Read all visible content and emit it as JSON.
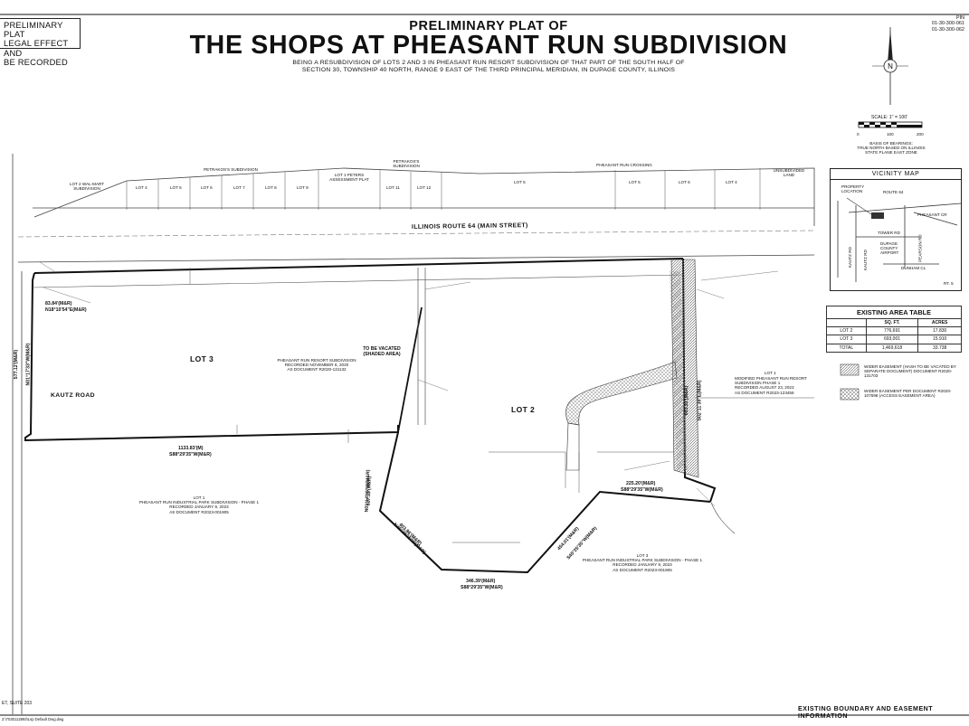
{
  "stamp": {
    "line1": "PRELIMINARY PLAT",
    "line2": "LEGAL EFFECT AND",
    "line3": "BE RECORDED"
  },
  "title": {
    "top": "PRELIMINARY PLAT OF",
    "main": "THE SHOPS AT PHEASANT RUN SUBDIVISION",
    "sub1": "BEING A RESUBDIVISION OF LOTS 2 AND 3 IN PHEASANT RUN RESORT SUBDIVISION OF THAT PART OF THE SOUTH HALF OF",
    "sub2": "SECTION 30, TOWNSHIP 40 NORTH, RANGE 9 EAST OF THE THIRD PRINCIPAL MERIDIAN, IN DUPAGE COUNTY, ILLINOIS"
  },
  "pins": {
    "label": "PIN",
    "pin1": "01-30-300-061",
    "pin2": "01-30-300-062"
  },
  "north_arrow": {
    "letter": "N"
  },
  "scale": {
    "label": "SCALE: 1\" = 100'",
    "t0": "0",
    "t1": "100",
    "t2": "200"
  },
  "basis": {
    "line1": "BASIS OF BEARINGS:",
    "line2": "TRUE NORTH BASED ON ILLINOIS",
    "line3": "STATE PLANE EAST ZONE"
  },
  "vicinity": {
    "title": "VICINITY MAP",
    "property_location": "PROPERTY LOCATION",
    "roads": [
      "ROUTE 64",
      "KAUTZ RD",
      "TOWER RD",
      "DUPAGE COUNTY AIRPORT",
      "PEARSON RD",
      "PHEASANT CR",
      "KAUTZ RD",
      "DUNHAM CL",
      "RT. 5"
    ]
  },
  "area_table": {
    "caption": "EXISTING AREA TABLE",
    "headers": [
      "",
      "SQ. FT.",
      "ACRES"
    ],
    "rows": [
      {
        "lot": "LOT 2",
        "sqft": "776,691",
        "acres": "17.830"
      },
      {
        "lot": "LOT 3",
        "sqft": "693,001",
        "acres": "15.910"
      },
      {
        "lot": "TOTAL",
        "sqft": "1,469,618",
        "acres": "33.738"
      }
    ]
  },
  "legend": {
    "item1": "WIDER EASEMENT (HASH TO BE VACATED BY SEPARATE DOCUMENT) DOCUMENT R2020-131703",
    "item2": "WIDER EASEMENT PER DOCUMENT R2020-107698 (ACCESS EASEMENT AREA)"
  },
  "top_subdivisions": {
    "petrakos": "PETRAKOS'S SUBDIVISION",
    "pheasant_crossing": "PHEASANT RUN CROSSING",
    "lot2_wal": "LOT 2 WAL-MART SUBDIVISION",
    "lot1_peterson": "LOT 1 PETERS ASSESSMENT PLAT",
    "petrakos2": "PETRAKOS'S SUBDIVISION",
    "unsubdivided": "UNSUBDIVIDED LAND",
    "lots": [
      "LOT 4",
      "LOT 5",
      "LOT 6",
      "LOT 7",
      "LOT 8",
      "LOT 9",
      "LOT 11",
      "LOT 12",
      "LOT 5",
      "LOT 5",
      "LOT 6",
      "LOT 4"
    ]
  },
  "route64": "ILLINOIS ROUTE 64 (MAIN STREET)",
  "kautz_road": "KAUTZ ROAD",
  "lots": {
    "lot3": "LOT 3",
    "lot2": "LOT 2",
    "lot1": "LOT 1"
  },
  "lot3_desc": {
    "line1": "PHEASANT RUN RESORT SUBDIVISION",
    "line2": "RECORDED NOVEMBER 6, 2020",
    "line3": "AS DOCUMENT R2020-131132"
  },
  "lot1_east": {
    "line1": "MODIFIED PHEASANT RUN RESORT SUBDIVISION PHASE 1",
    "line2": "RECORDED AUGUST 23, 2023",
    "line3": "AS DOCUMENT R2023-123456"
  },
  "lot1_sw": {
    "line1": "LOT 1",
    "line2": "PHEASANT RUN INDUSTRIAL PARK SUBDIVISION - PHASE 1",
    "line3": "RECORDED JANUARY 9, 2023",
    "line4": "AS DOCUMENT R2023-001905"
  },
  "lot3_s": {
    "line1": "LOT 3",
    "line2": "PHEASANT RUN INDUSTRIAL PARK SUBDIVISION - PHASE 1",
    "line3": "RECORDED JANUARY 9, 2023",
    "line4": "AS DOCUMENT R2023-001905"
  },
  "to_be_vacated": {
    "line1": "TO BE VACATED",
    "line2": "(SHADED AREA)"
  },
  "bearings": {
    "b1": "83.84'(M&R)",
    "b2": "N18°10'54\"E(M&R)",
    "b3": "1133.83'(M)",
    "b4": "S88°29'35\"W(M&R)",
    "b5": "225.20'(M&R)",
    "b6": "S88°29'35\"W(M&R)",
    "b7": "346.39'(M&R)",
    "b8": "S88°29'35\"W(M&R)",
    "b9": "454.01'(M&R)",
    "b10": "S45°25'35\"W(M&R)",
    "b11": "403.86'(M&R)",
    "b12": "N45°29'35\"W(M&R)",
    "b13": "607.13'(M&R)",
    "b14": "N01°14'55\"W(M&R)",
    "b15": "683.93'(M&R)",
    "b16": "S02°11'39\"E(M&R)",
    "b17": "N01°17'33\"W(M&R)",
    "b18": "577.12'(M&R)"
  },
  "footer": {
    "right": "EXISTING BOUNDARY AND EASEMENT INFORMATION",
    "left": "ET, SUITE 203",
    "bottom": "2:\\7030112893\\Lsp Default Dwg.dwg"
  }
}
